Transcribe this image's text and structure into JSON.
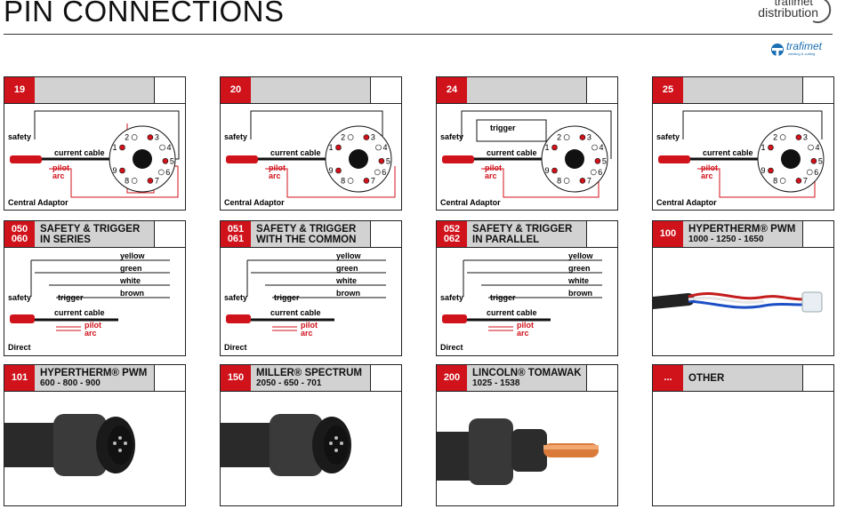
{
  "header": {
    "title": "PIN CONNECTIONS",
    "brand_line1": "trafimet",
    "brand_line2": "distribution",
    "small_logo_text": "trafimet",
    "small_logo_tagline": "welding & cutting"
  },
  "cards": [
    {
      "code": "19",
      "title": "",
      "subtitle": "",
      "labels": {
        "safety": "safety",
        "cable": "current cable",
        "pilot": "pilot",
        "arc": "arc",
        "footer": "Central Adaptor"
      }
    },
    {
      "code": "20",
      "title": "",
      "subtitle": "",
      "labels": {
        "safety": "safety",
        "cable": "current cable",
        "pilot": "pilot",
        "arc": "arc",
        "footer": "Central Adaptor"
      }
    },
    {
      "code": "24",
      "title": "",
      "subtitle": "",
      "labels": {
        "safety": "safety",
        "trigger": "trigger",
        "cable": "current cable",
        "pilot": "pilot",
        "arc": "arc",
        "footer": "Central Adaptor"
      }
    },
    {
      "code": "25",
      "title": "",
      "subtitle": "",
      "labels": {
        "safety": "safety",
        "cable": "current cable",
        "pilot": "pilot",
        "arc": "arc",
        "footer": "Central Adaptor"
      }
    },
    {
      "code_a": "050",
      "code_b": "060",
      "title": "SAFETY & TRIGGER",
      "subtitle": "IN SERIES",
      "labels": {
        "yellow": "yellow",
        "green": "green",
        "white": "white",
        "brown": "brown",
        "safety": "safety",
        "trigger": "trigger",
        "cable": "current cable",
        "pilot": "pilot",
        "arc": "arc",
        "footer": "Direct"
      }
    },
    {
      "code_a": "051",
      "code_b": "061",
      "title": "SAFETY & TRIGGER",
      "subtitle": "WITH THE COMMON",
      "labels": {
        "yellow": "yellow",
        "green": "green",
        "white": "white",
        "brown": "brown",
        "safety": "safety",
        "trigger": "trigger",
        "cable": "current cable",
        "pilot": "pilot",
        "arc": "arc",
        "footer": "Direct"
      }
    },
    {
      "code_a": "052",
      "code_b": "062",
      "title": "SAFETY & TRIGGER",
      "subtitle": "IN PARALLEL",
      "labels": {
        "yellow": "yellow",
        "green": "green",
        "white": "white",
        "brown": "brown",
        "safety": "safety",
        "trigger": "trigger",
        "cable": "current cable",
        "pilot": "pilot",
        "arc": "arc",
        "footer": "Direct"
      }
    },
    {
      "code": "100",
      "title": "HYPERTHERM® PWM",
      "subtitle": "1000 - 1250 - 1650"
    },
    {
      "code": "101",
      "title": "HYPERTHERM® PWM",
      "subtitle": "600 - 800 - 900"
    },
    {
      "code": "150",
      "title": "MILLER® SPECTRUM",
      "subtitle": "2050 - 650 - 701"
    },
    {
      "code": "200",
      "title": "LINCOLN® TOMAWAK",
      "subtitle": "1025 - 1538"
    },
    {
      "code": "...",
      "title": "OTHER",
      "subtitle": ""
    }
  ],
  "pins": [
    "1",
    "2",
    "3",
    "4",
    "5",
    "6",
    "7",
    "8",
    "9"
  ],
  "colors": {
    "accent": "#d0121b",
    "header_grey": "#d2d2d2",
    "border": "#222222"
  }
}
